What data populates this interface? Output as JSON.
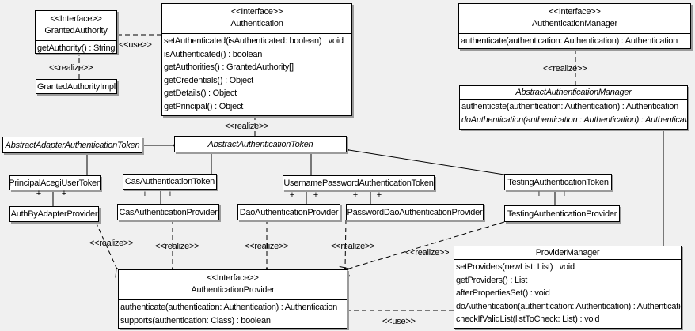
{
  "labels": {
    "realize": "<<realize>>",
    "use": "<<use>>",
    "plus": "+"
  },
  "classes": {
    "granted_authority": {
      "stereotype": "<<Interface>>",
      "name": "GrantedAuthority",
      "methods": [
        "getAuthority() : String"
      ]
    },
    "granted_authority_impl": {
      "name": "GrantedAuthorityImpl"
    },
    "authentication": {
      "stereotype": "<<Interface>>",
      "name": "Authentication",
      "methods": [
        "setAuthenticated(isAuthenticated: boolean) : void",
        "isAuthenticated() : boolean",
        "getAuthorities() : GrantedAuthority[]",
        "getCredentials() : Object",
        "getDetails() : Object",
        "getPrincipal() : Object"
      ]
    },
    "authentication_manager": {
      "stereotype": "<<Interface>>",
      "name": "AuthenticationManager",
      "methods": [
        "authenticate(authentication: Authentication) : Authentication"
      ]
    },
    "abstract_authentication_manager": {
      "name": "AbstractAuthenticationManager",
      "methods": [
        "authenticate(authentication: Authentication) : Authentication",
        "doAuthentication(authentication : Authentication) : Authentication"
      ]
    },
    "abstract_adapter_authentication_token": {
      "name": "AbstractAdapterAuthenticationToken"
    },
    "abstract_authentication_token": {
      "name": "AbstractAuthenticationToken"
    },
    "principal_acegi_user_token": {
      "name": "PrincipalAcegiUserToken"
    },
    "cas_authentication_token": {
      "name": "CasAuthenticationToken"
    },
    "username_password_authentication_token": {
      "name": "UsernamePasswordAuthenticationToken"
    },
    "testing_authentication_token": {
      "name": "TestingAuthenticationToken"
    },
    "auth_by_adapter_provider": {
      "name": "AuthByAdapterProvider"
    },
    "cas_authentication_provider": {
      "name": "CasAuthenticationProvider"
    },
    "dao_authentication_provider": {
      "name": "DaoAuthenticationProvider"
    },
    "password_dao_authentication_provider": {
      "name": "PasswordDaoAuthenticationProvider"
    },
    "testing_authentication_provider": {
      "name": "TestingAuthenticationProvider"
    },
    "authentication_provider": {
      "stereotype": "<<Interface>>",
      "name": "AuthenticationProvider",
      "methods": [
        "authenticate(authentication: Authentication) : Authentication",
        "supports(authentication: Class) : boolean"
      ]
    },
    "provider_manager": {
      "name": "ProviderManager",
      "methods": [
        "setProviders(newList: List) : void",
        "getProviders() : List",
        "afterPropertiesSet() : void",
        "doAuthentication(authentication: Authentication) : Authentication",
        "checkIfValidList(listToCheck: List) : void"
      ]
    }
  },
  "colors": {
    "background": "#f0f0f0",
    "box_fill": "#ffffff",
    "line": "#000000"
  }
}
